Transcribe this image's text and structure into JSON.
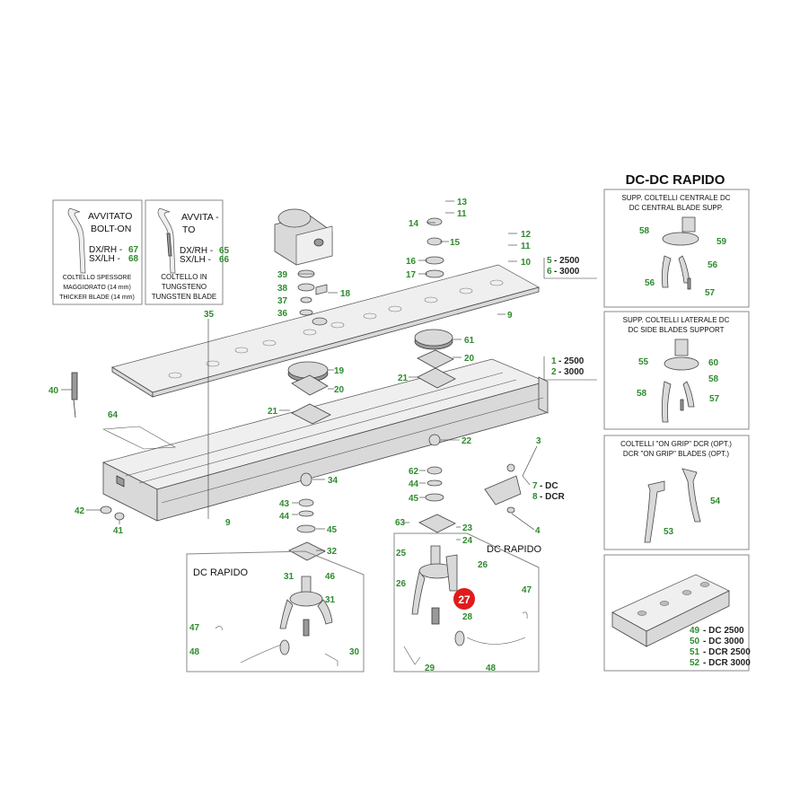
{
  "title": "DC-DC RAPIDO",
  "panels": {
    "bolt_on": {
      "heading_line1": "AVVITATO",
      "heading_line2": "BOLT-ON",
      "rh_text": "DX/RH -",
      "rh_num": "67",
      "lh_text": "SX/LH -",
      "lh_num": "68",
      "note1": "COLTELLO SPESSORE",
      "note2": "MAGGIORATO (14 mm)",
      "note3": "THICKER BLADE (14 mm)"
    },
    "tungsten": {
      "heading_line1": "AVVITA -",
      "heading_line2": "TO",
      "rh_text": "DX/RH -",
      "rh_num": "65",
      "lh_text": "SX/LH -",
      "lh_num": "66",
      "note1": "COLTELLO IN",
      "note2": "TUNGSTENO",
      "note3": "TUNGSTEN BLADE"
    },
    "central": {
      "heading_line1": "SUPP. COLTELLI CENTRALE DC",
      "heading_line2": "DC CENTRAL BLADE SUPP.",
      "labels": [
        "58",
        "59",
        "56",
        "56",
        "57"
      ]
    },
    "side": {
      "heading_line1": "SUPP. COLTELLI LATERALE DC",
      "heading_line2": "DC SIDE BLADES SUPPORT",
      "labels": [
        "55",
        "60",
        "58",
        "57",
        "58"
      ]
    },
    "ongrip": {
      "heading_line1": "COLTELLI \"ON GRIP\" DCR (OPT.)",
      "heading_line2": "DCR \"ON GRIP\" BLADES (OPT.)",
      "labels": [
        "54",
        "53"
      ]
    },
    "frame": {
      "variants": [
        {
          "num": "49",
          "text": "- DC 2500"
        },
        {
          "num": "50",
          "text": "- DC 3000"
        },
        {
          "num": "51",
          "text": "- DCR 2500"
        },
        {
          "num": "52",
          "text": "- DCR 3000"
        }
      ]
    },
    "dc_rapido_left": {
      "heading": "DC RAPIDO"
    },
    "dc_rapido_right": {
      "heading": "DC RAPIDO"
    }
  },
  "variant_groups": {
    "plate": [
      {
        "num": "5",
        "text": "- 2500"
      },
      {
        "num": "6",
        "text": "- 3000"
      }
    ],
    "frame": [
      {
        "num": "1",
        "text": "- 2500"
      },
      {
        "num": "2",
        "text": "- 3000"
      }
    ],
    "bracket": [
      {
        "num": "7",
        "text": "- DC"
      },
      {
        "num": "8",
        "text": "- DCR"
      }
    ]
  },
  "highlight": {
    "label": "27",
    "color": "#e01b1b"
  },
  "callouts": [
    "13",
    "11",
    "14",
    "15",
    "16",
    "17",
    "12",
    "11",
    "10",
    "39",
    "38",
    "37",
    "36",
    "18",
    "35",
    "9",
    "61",
    "20",
    "21",
    "19",
    "20",
    "21",
    "40",
    "64",
    "22",
    "3",
    "62",
    "44",
    "45",
    "34",
    "43",
    "44",
    "45",
    "32",
    "42",
    "41",
    "9",
    "63",
    "23",
    "24",
    "25",
    "26",
    "26",
    "28",
    "47",
    "29",
    "48",
    "31",
    "46",
    "31",
    "47",
    "48",
    "30",
    "4"
  ],
  "colors": {
    "label": "#2e8b2e",
    "highlight": "#e01b1b",
    "line": "#333333"
  }
}
